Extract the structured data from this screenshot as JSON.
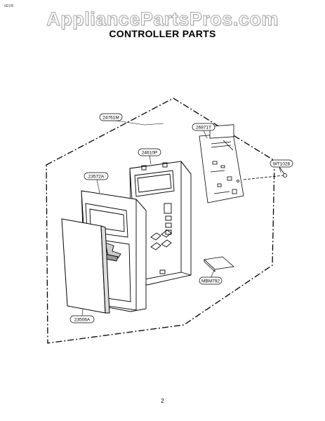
{
  "header": {
    "corner_code": "#EVR",
    "watermark": "AppliancePartsPros.com",
    "title": "CONTROLLER PARTS"
  },
  "diagram": {
    "callouts": {
      "c1": "24761M",
      "c2": "26871T",
      "c3": "24610P",
      "c4": "23572A",
      "c5": "WT1028",
      "c6": "MBM792",
      "c7": "23506A"
    }
  },
  "footer": {
    "page_number": "2"
  }
}
